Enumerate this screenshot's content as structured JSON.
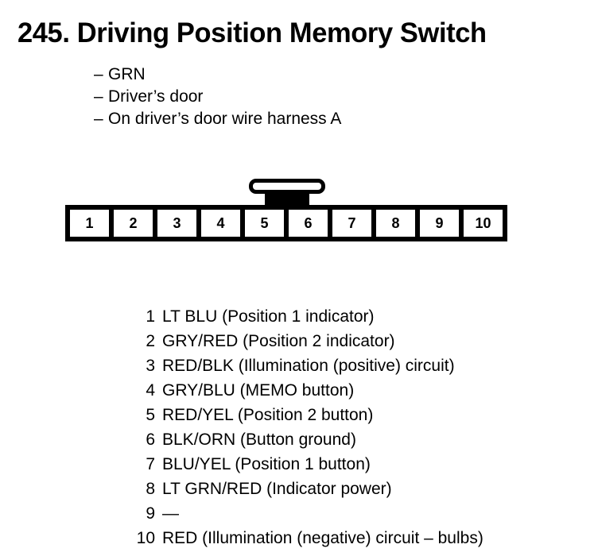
{
  "page": {
    "title": "245. Driving Position Memory Switch",
    "subtitle_lines": [
      {
        "dash": "–",
        "text": "GRN"
      },
      {
        "dash": "–",
        "text": "Driver’s door"
      },
      {
        "dash": "–",
        "text": "On driver’s door wire harness A"
      }
    ]
  },
  "connector": {
    "name": "10-pin connector",
    "pin_count": 10,
    "latch": "locking-tab",
    "latch_spans_pins": [
      5,
      6
    ],
    "pins": [
      {
        "number": "1"
      },
      {
        "number": "2"
      },
      {
        "number": "3"
      },
      {
        "number": "4"
      },
      {
        "number": "5"
      },
      {
        "number": "6"
      },
      {
        "number": "7"
      },
      {
        "number": "8"
      },
      {
        "number": "9"
      },
      {
        "number": "10"
      }
    ]
  },
  "legend": {
    "rows": [
      {
        "number": "1",
        "description": "LT BLU (Position 1 indicator)"
      },
      {
        "number": "2",
        "description": "GRY/RED (Position 2 indicator)"
      },
      {
        "number": "3",
        "description": "RED/BLK (Illumination (positive) circuit)"
      },
      {
        "number": "4",
        "description": "GRY/BLU (MEMO button)"
      },
      {
        "number": "5",
        "description": "RED/YEL (Position 2 button)"
      },
      {
        "number": "6",
        "description": "BLK/ORN (Button ground)"
      },
      {
        "number": "7",
        "description": "BLU/YEL (Position 1 button)"
      },
      {
        "number": "8",
        "description": "LT GRN/RED (Indicator power)"
      },
      {
        "number": "9",
        "description": "—"
      },
      {
        "number": "10",
        "description": "RED (Illumination (negative) circuit – bulbs)"
      }
    ]
  },
  "colors": {
    "ink": "#000000",
    "paper": "#ffffff"
  }
}
